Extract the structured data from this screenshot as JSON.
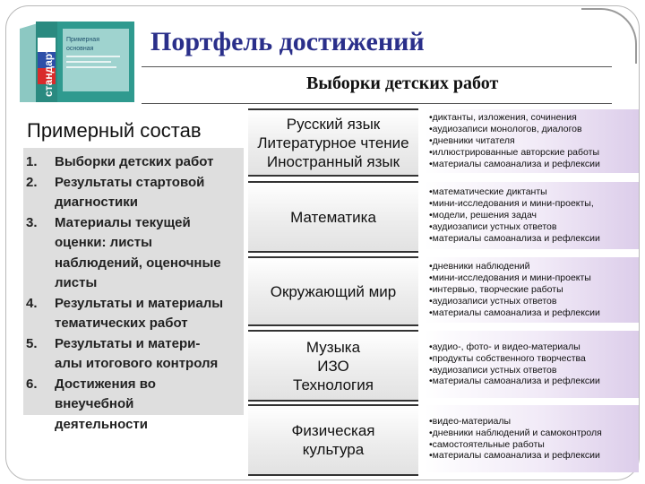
{
  "header": {
    "title": "Портфель достижений",
    "subtitle": "Выборки детских работ"
  },
  "book_cover": {
    "spine_text": "стандарты",
    "caption_line_1": "Примерная",
    "caption_line_2": "основная",
    "colors": {
      "cover": "#2f9a8f",
      "cover_light": "#9fd3cf",
      "flag_white": "#ffffff",
      "flag_blue": "#2d4fa8",
      "flag_red": "#d92b2b"
    }
  },
  "composition": {
    "heading": "Примерный состав",
    "items": [
      {
        "num": "1.",
        "lines": [
          "Выборки детских работ"
        ]
      },
      {
        "num": "2.",
        "lines": [
          "Результаты стартовой",
          "диагностики"
        ]
      },
      {
        "num": "3.",
        "lines": [
          "Материалы текущей",
          "оценки: листы",
          "наблюдений, оценочные",
          "листы"
        ]
      },
      {
        "num": "4.",
        "lines": [
          "Результаты и материалы",
          "тематических работ"
        ]
      },
      {
        "num": "5.",
        "lines": [
          "Результаты и матери-",
          "алы итогового контроля"
        ]
      },
      {
        "num": "6.",
        "lines": [
          "Достижения во",
          "внеучебной",
          "деятельности"
        ]
      }
    ]
  },
  "subjects": [
    {
      "names": [
        "Русский язык",
        "Литературное чтение",
        "Иностранный язык"
      ],
      "works": [
        "•диктанты, изложения, сочинения",
        "•аудиозаписи монологов, диалогов",
        "•дневники читателя",
        "•иллюстрированные авторские работы",
        "•материалы самоанализа и рефлексии"
      ]
    },
    {
      "names": [
        "Математика"
      ],
      "works": [
        "•математические диктанты",
        "•мини-исследования и мини-проекты,",
        "•модели, решения задач",
        "•аудиозаписи устных ответов",
        "•материалы самоанализа и рефлексии"
      ]
    },
    {
      "names": [
        "Окружающий мир"
      ],
      "works": [
        "•дневники наблюдений",
        "•мини-исследования и мини-проекты",
        "•интервью, творческие работы",
        "•аудиозаписи устных ответов",
        "•материалы самоанализа и рефлексии"
      ]
    },
    {
      "names": [
        "Музыка",
        "ИЗО",
        "Технология"
      ],
      "works": [
        "•аудио-, фото- и видео-материалы",
        "•продукты собственного творчества",
        "•аудиозаписи устных ответов",
        "•материалы самоанализа и рефлексии"
      ]
    },
    {
      "names": [
        "Физическая",
        "культура"
      ],
      "works": [
        "•видео-материалы",
        "•дневники наблюдений и самоконтроля",
        "•самостоятельные работы",
        "•материалы самоанализа и рефлексии"
      ]
    }
  ]
}
